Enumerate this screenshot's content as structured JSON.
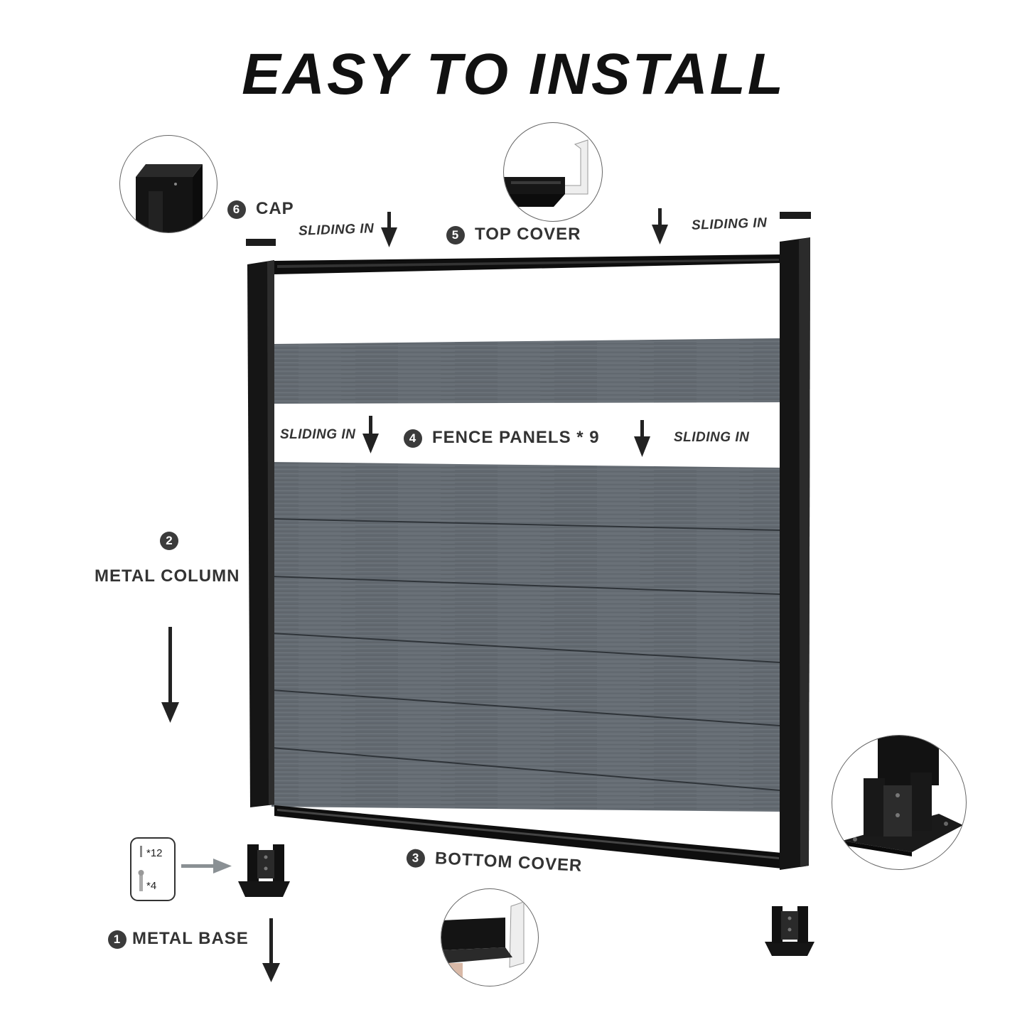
{
  "title": "EASY TO INSTALL",
  "steps": [
    {
      "num": "1",
      "label": "METAL BASE"
    },
    {
      "num": "2",
      "label": "METAL COLUMN"
    },
    {
      "num": "3",
      "label": "BOTTOM COVER"
    },
    {
      "num": "4",
      "label": "FENCE PANELS * 9"
    },
    {
      "num": "5",
      "label": "TOP COVER"
    },
    {
      "num": "6",
      "label": "CAP"
    }
  ],
  "sliding_label": "SLIDING IN",
  "kit": {
    "screws_qty": "*12",
    "bolts_qty": "*4"
  },
  "colors": {
    "panel": "#656c73",
    "frame": "#111111",
    "panel_line": "#2f3439"
  }
}
